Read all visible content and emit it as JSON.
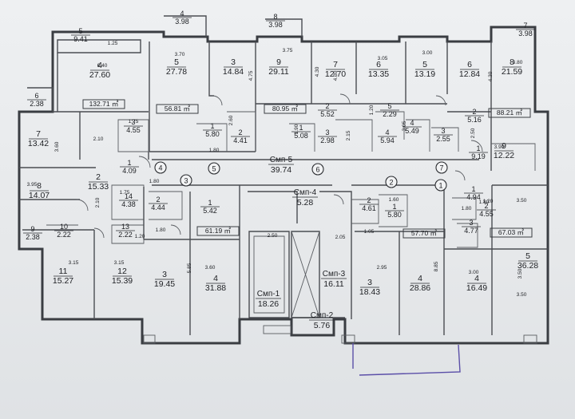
{
  "apartment_totals": [
    {
      "value": "132.71 ㎡"
    },
    {
      "value": "56.81 ㎡"
    },
    {
      "value": "80.95 ㎡"
    },
    {
      "value": "88.21 ㎡"
    },
    {
      "value": "61.19 ㎡"
    },
    {
      "value": "57.70 ㎡"
    },
    {
      "value": "67.03 ㎡"
    }
  ],
  "rooms": [
    {
      "num": "5",
      "area": "9.41"
    },
    {
      "num": "4",
      "area": "3.98"
    },
    {
      "num": "8",
      "area": "3.98"
    },
    {
      "num": "7",
      "area": "3.98"
    },
    {
      "num": "4",
      "area": "27.60"
    },
    {
      "num": "5",
      "area": "27.78"
    },
    {
      "num": "3",
      "area": "14.84"
    },
    {
      "num": "9",
      "area": "29.11"
    },
    {
      "num": "7",
      "area": "12.70"
    },
    {
      "num": "6",
      "area": "13.35"
    },
    {
      "num": "5",
      "area": "13.19"
    },
    {
      "num": "6",
      "area": "12.84"
    },
    {
      "num": "8",
      "area": "21.59"
    },
    {
      "num": "6",
      "area": "2.38"
    },
    {
      "num": "7",
      "area": "13.42"
    },
    {
      "num": "3",
      "area": "4.55"
    },
    {
      "num": "1",
      "area": "5.80"
    },
    {
      "num": "2",
      "area": "4.41"
    },
    {
      "num": "2",
      "area": "5.52"
    },
    {
      "num": "5",
      "area": "2.29"
    },
    {
      "num": "2",
      "area": "5.16"
    },
    {
      "num": "1",
      "area": "5.08"
    },
    {
      "num": "3",
      "area": "2.98"
    },
    {
      "num": "4",
      "area": "5.94"
    },
    {
      "num": "4",
      "area": "5.49"
    },
    {
      "num": "3",
      "area": "2.55"
    },
    {
      "num": "1",
      "area": "9.19"
    },
    {
      "num": "9",
      "area": "12.22"
    },
    {
      "num": "1",
      "area": "4.09"
    },
    {
      "num": "2",
      "area": "15.33"
    },
    {
      "num": "8",
      "area": "14.07"
    },
    {
      "num": "14",
      "area": "4.38"
    },
    {
      "num": "2",
      "area": "4.44"
    },
    {
      "num": "1",
      "area": "5.42"
    },
    {
      "num": "2",
      "area": "4.61"
    },
    {
      "num": "1",
      "area": "5.80"
    },
    {
      "num": "1",
      "area": "4.94"
    },
    {
      "num": "2",
      "area": "4.55"
    },
    {
      "num": "3",
      "area": "4.77"
    },
    {
      "num": "9",
      "area": "2.38"
    },
    {
      "num": "10",
      "area": "2.22"
    },
    {
      "num": "13",
      "area": "2.22"
    },
    {
      "num": "11",
      "area": "15.27"
    },
    {
      "num": "12",
      "area": "15.39"
    },
    {
      "num": "3",
      "area": "19.45"
    },
    {
      "num": "4",
      "area": "31.88"
    },
    {
      "num": "3",
      "area": "18.43"
    },
    {
      "num": "4",
      "area": "28.86"
    },
    {
      "num": "4",
      "area": "16.49"
    },
    {
      "num": "5",
      "area": "36.28"
    }
  ],
  "common_areas": [
    {
      "name": "Cмп-5",
      "area": "39.74"
    },
    {
      "name": "Cмп-4",
      "area": "5.28"
    },
    {
      "name": "Cмп-3",
      "area": "16.11"
    },
    {
      "name": "Cмп-1",
      "area": "18.26"
    },
    {
      "name": "Cмп-2",
      "area": "5.76"
    }
  ],
  "entrance_markers": [
    "1",
    "2",
    "3",
    "4",
    "5",
    "6",
    "7"
  ],
  "dimensions": [
    "1.25",
    "6.40",
    "3.70",
    "3.75",
    "3.05",
    "3.00",
    "3.80",
    "4.75",
    "4.30",
    "1.20",
    "4.30",
    "4.30",
    "1.75",
    "3.60",
    "2.10",
    "2.60",
    "1.80",
    "1.90",
    "2.15",
    "3.05",
    "2.50",
    "3.90",
    "3.95",
    "1.80",
    "1.75",
    "2.10",
    "1.80",
    "1.60",
    "1.20",
    "1.80",
    "3.50",
    "1.80",
    "2.50",
    "2.05",
    "1.05",
    "1.20",
    "3.15",
    "3.15",
    "5.85",
    "3.60",
    "2.95",
    "8.85",
    "3.00",
    "3.50",
    "3.50"
  ]
}
